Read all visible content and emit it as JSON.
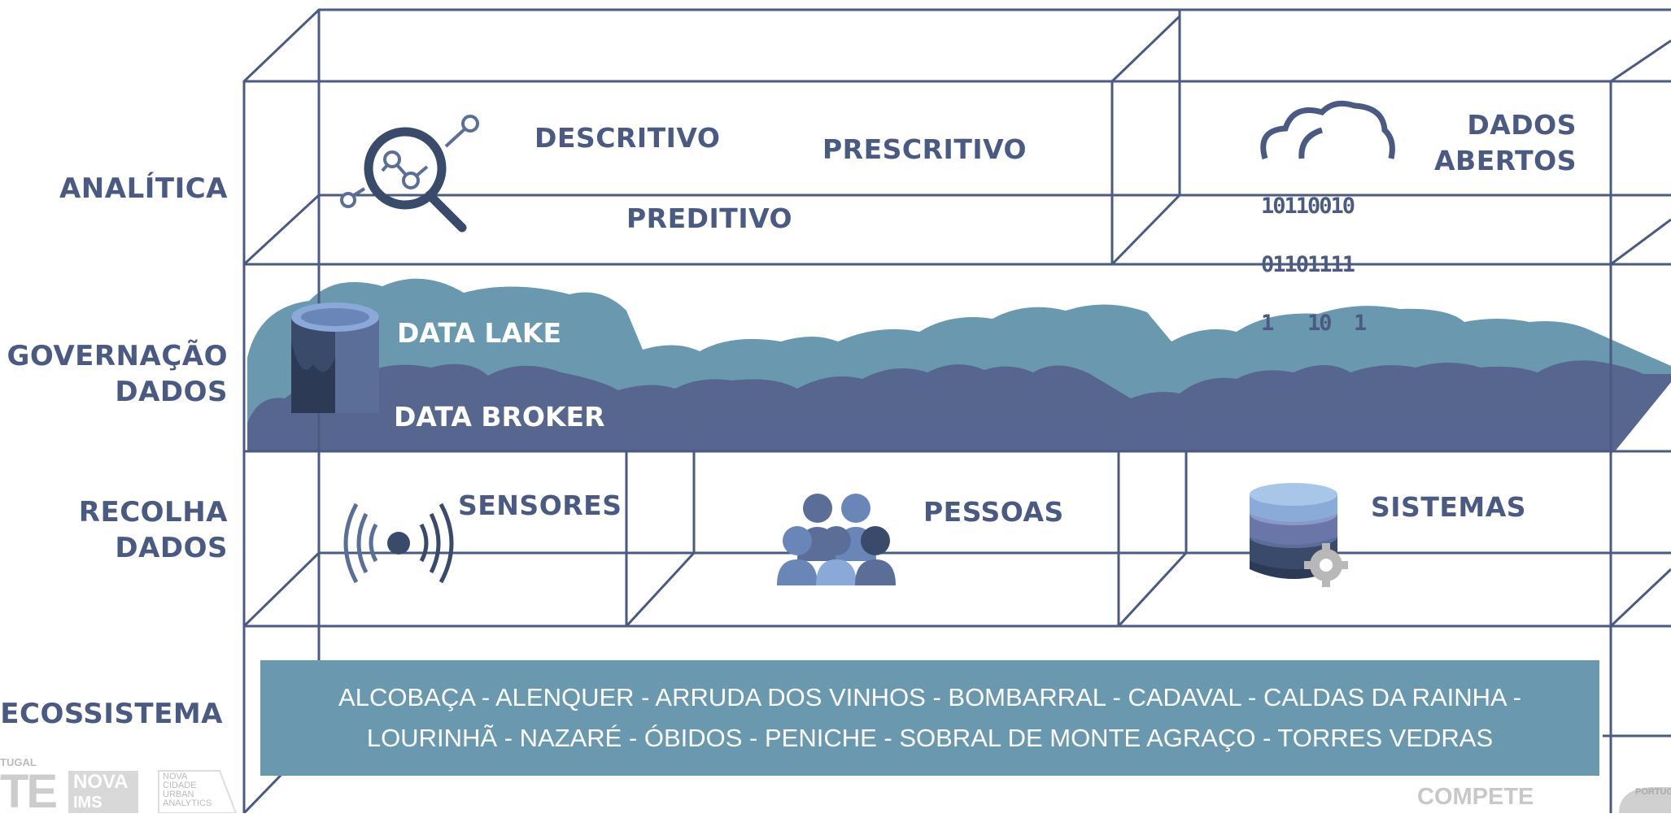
{
  "rows": {
    "analitica": "ANALÍTICA",
    "governacao": [
      "GOVERNAÇÃO",
      "DADOS"
    ],
    "recolha": [
      "RECOLHA",
      "DADOS"
    ],
    "ecossistema": "ECOSSISTEMA"
  },
  "analitica": {
    "descritivo": "DESCRITIVO",
    "prescritivo": "PRESCRITIVO",
    "preditivo": "PREDITIVO",
    "dados_abertos": [
      "DADOS",
      "ABERTOS"
    ],
    "binary": [
      "10110010",
      "01101111",
      "1   10  1"
    ]
  },
  "governacao": {
    "data_lake": "DATA LAKE",
    "data_broker": "DATA BROKER"
  },
  "recolha": {
    "sensores": "SENSORES",
    "pessoas": "PESSOAS",
    "sistemas": "SISTEMAS"
  },
  "ecossistema": {
    "line1": "ALCOBAÇA - ALENQUER - ARRUDA DOS VINHOS - BOMBARRAL - CADAVAL - CALDAS DA RAINHA -",
    "line2": "LOURINHÃ - NAZARÉ - ÓBIDOS - PENICHE - SOBRAL DE MONTE AGRAÇO - TORRES VEDRAS"
  },
  "logos": {
    "tugal": "TUGAL",
    "te": "TE",
    "nova": "NOVA",
    "ims": "IMS",
    "nova_cidade": [
      "NOVA",
      "CIDADE",
      "URBAN",
      "ANALYTICS"
    ],
    "compete": "COMPETE",
    "portugal": "PORTUG"
  },
  "colors": {
    "line": "#4a5a82",
    "cloud_light": "#6a99af",
    "cloud_dark": "#56668e",
    "eco_box": "#6a99af"
  }
}
